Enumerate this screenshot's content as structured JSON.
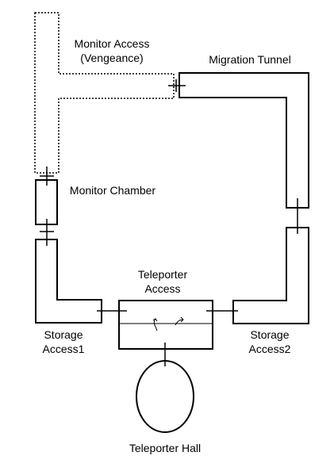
{
  "rooms": {
    "monitor_access": {
      "line1": "Monitor Access",
      "line2": "(Vengeance)",
      "style": "dotted"
    },
    "migration_tunnel": {
      "label": "Migration Tunnel"
    },
    "monitor_chamber": {
      "label": "Monitor Chamber"
    },
    "teleporter_access": {
      "line1": "Teleporter",
      "line2": "Access"
    },
    "storage_access1": {
      "line1": "Storage",
      "line2": "Access1"
    },
    "storage_access2": {
      "line1": "Storage",
      "line2": "Access2"
    },
    "teleporter_hall": {
      "label": "Teleporter Hall"
    }
  },
  "colors": {
    "line": "#000000",
    "background": "#ffffff"
  },
  "icons": {
    "teleporter_arrows": "curved-arrows-icon"
  }
}
